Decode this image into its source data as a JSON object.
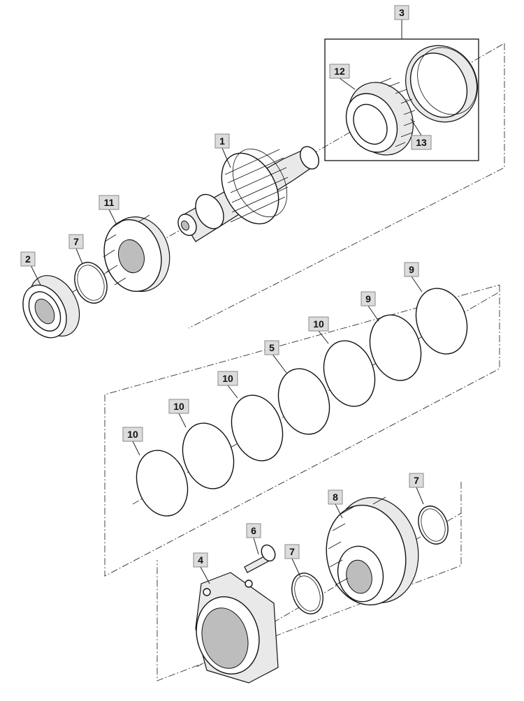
{
  "diagram": {
    "callouts": [
      {
        "id": "c1",
        "text": "1"
      },
      {
        "id": "c2",
        "text": "2"
      },
      {
        "id": "c3",
        "text": "3"
      },
      {
        "id": "c4",
        "text": "4"
      },
      {
        "id": "c5",
        "text": "5"
      },
      {
        "id": "c6",
        "text": "6"
      },
      {
        "id": "c7a",
        "text": "7"
      },
      {
        "id": "c7b",
        "text": "7"
      },
      {
        "id": "c7c",
        "text": "7"
      },
      {
        "id": "c8",
        "text": "8"
      },
      {
        "id": "c9a",
        "text": "9"
      },
      {
        "id": "c9b",
        "text": "9"
      },
      {
        "id": "c10a",
        "text": "10"
      },
      {
        "id": "c10b",
        "text": "10"
      },
      {
        "id": "c10c",
        "text": "10"
      },
      {
        "id": "c10d",
        "text": "10"
      },
      {
        "id": "c11",
        "text": "11"
      },
      {
        "id": "c12",
        "text": "12"
      },
      {
        "id": "c13",
        "text": "13"
      }
    ]
  }
}
